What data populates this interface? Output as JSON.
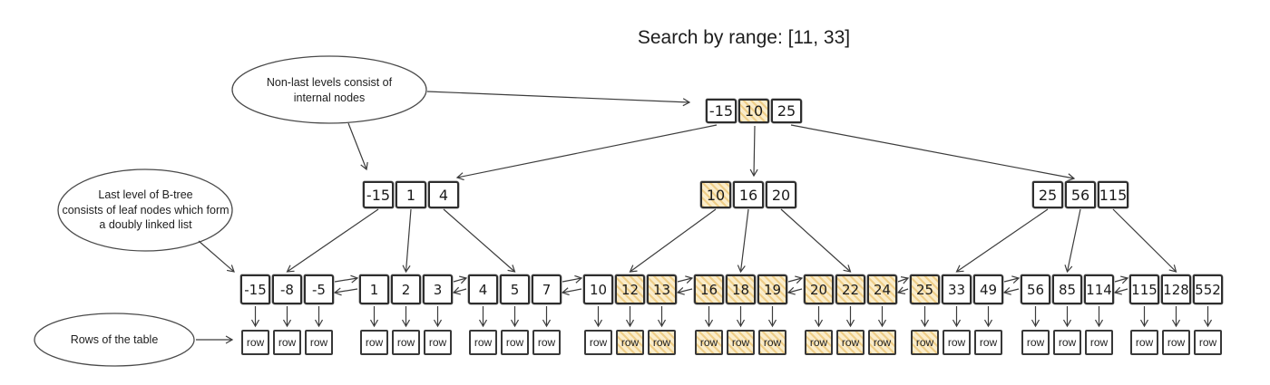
{
  "title": "Search by range: [11, 33]",
  "annotations": {
    "internal_nodes": {
      "text": "Non-last levels consist of\ninternal nodes"
    },
    "leaf_nodes": {
      "text": "Last level of B-tree\nconsists of leaf nodes which form\na doubly linked list"
    },
    "table_rows": {
      "text": "Rows of the table"
    }
  },
  "colors": {
    "highlight_base": "#faecca",
    "highlight_stripe": "#eecd87",
    "ink": "#3c3c3c",
    "border": "#2e2e2e"
  },
  "tree": {
    "row_label": "row",
    "root": {
      "keys": [
        {
          "v": "-15"
        },
        {
          "v": "10",
          "hl": true
        },
        {
          "v": "25"
        }
      ]
    },
    "internal_nodes": [
      {
        "keys": [
          {
            "v": "-15"
          },
          {
            "v": "1"
          },
          {
            "v": "4"
          }
        ]
      },
      {
        "keys": [
          {
            "v": "10",
            "hl": true
          },
          {
            "v": "16"
          },
          {
            "v": "20"
          }
        ]
      },
      {
        "keys": [
          {
            "v": "25"
          },
          {
            "v": "56"
          },
          {
            "v": "115"
          }
        ]
      }
    ],
    "leaf_nodes": [
      {
        "keys": [
          {
            "v": "-15"
          },
          {
            "v": "-8"
          },
          {
            "v": "-5"
          }
        ]
      },
      {
        "keys": [
          {
            "v": "1"
          },
          {
            "v": "2"
          },
          {
            "v": "3"
          }
        ]
      },
      {
        "keys": [
          {
            "v": "4"
          },
          {
            "v": "5"
          },
          {
            "v": "7"
          }
        ]
      },
      {
        "keys": [
          {
            "v": "10"
          },
          {
            "v": "12",
            "hl": true
          },
          {
            "v": "13",
            "hl": true
          }
        ]
      },
      {
        "keys": [
          {
            "v": "16",
            "hl": true
          },
          {
            "v": "18",
            "hl": true
          },
          {
            "v": "19",
            "hl": true
          }
        ]
      },
      {
        "keys": [
          {
            "v": "20",
            "hl": true
          },
          {
            "v": "22",
            "hl": true
          },
          {
            "v": "24",
            "hl": true
          }
        ]
      },
      {
        "keys": [
          {
            "v": "25",
            "hl": true
          },
          {
            "v": "33"
          },
          {
            "v": "49"
          }
        ]
      },
      {
        "keys": [
          {
            "v": "56"
          },
          {
            "v": "85"
          },
          {
            "v": "114"
          }
        ]
      },
      {
        "keys": [
          {
            "v": "115"
          },
          {
            "v": "128"
          },
          {
            "v": "552"
          }
        ]
      }
    ]
  }
}
